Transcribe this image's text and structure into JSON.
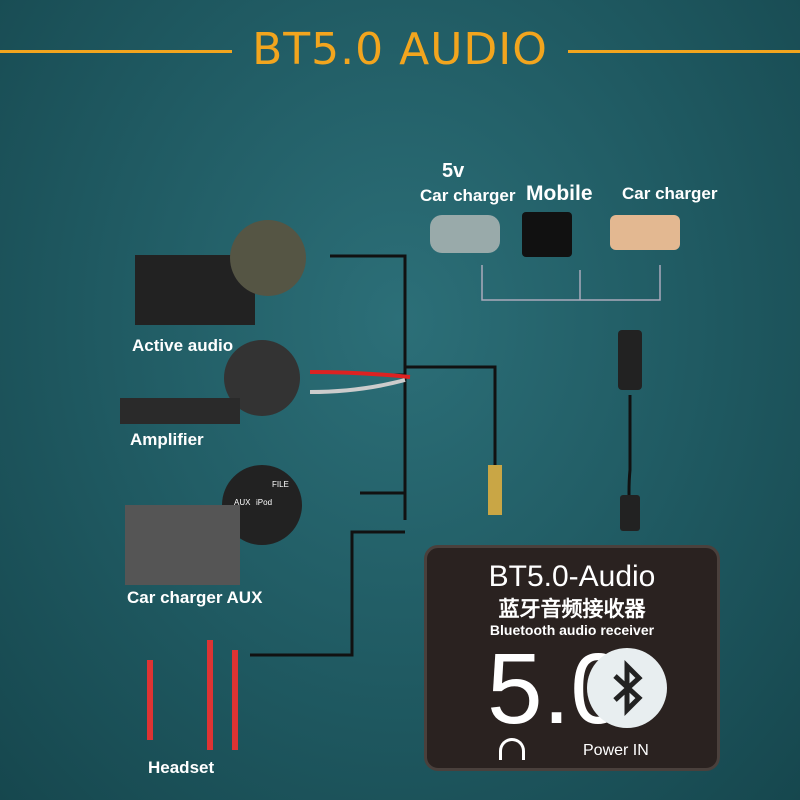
{
  "title": "BT5.0 AUDIO",
  "sources": {
    "car_charger_5v_top": "5v",
    "car_charger_5v": "Car charger",
    "mobile": "Mobile",
    "car_charger": "Car charger"
  },
  "outputs": [
    {
      "label": "Active audio"
    },
    {
      "label": "Amplifier"
    },
    {
      "label": "Car charger AUX"
    },
    {
      "label": "Headset"
    }
  ],
  "aux_panel": {
    "aux": "AUX",
    "ipod": "iPod",
    "file": "FILE"
  },
  "device": {
    "title": "BT5.0-Audio",
    "chinese": "蓝牙音频接收器",
    "subtitle": "Bluetooth audio receiver",
    "version": "5.0",
    "power": "Power IN"
  },
  "colors": {
    "accent": "#f2a51e",
    "background": "#1f5961"
  }
}
